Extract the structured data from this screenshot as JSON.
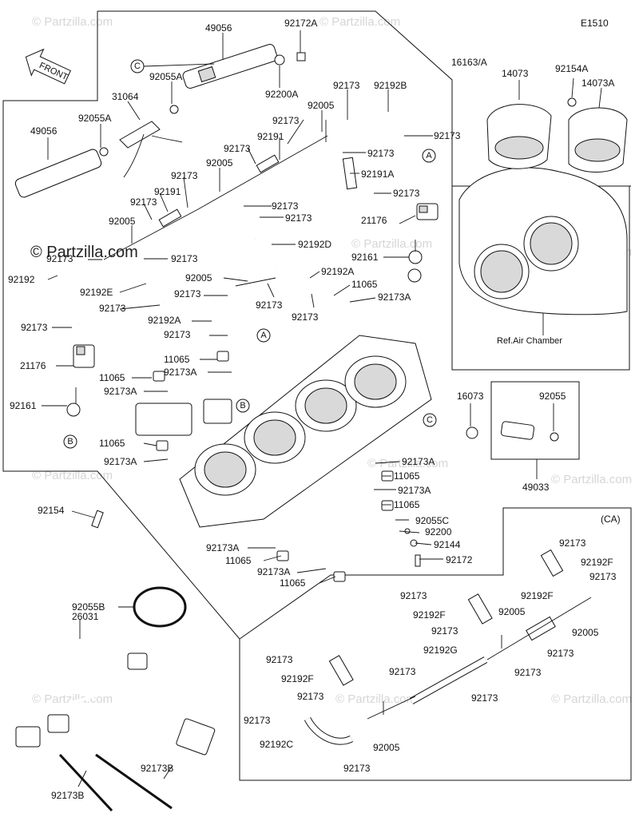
{
  "diagram_code": "E1510",
  "front_label": "FRONT",
  "watermark": "© Partzilla.com",
  "ref_text": "Ref.Air Chamber",
  "ca_label": "(CA)",
  "circle_letters": {
    "a": "A",
    "b": "B",
    "c": "C"
  },
  "labels": {
    "p49056_top": "49056",
    "p92172A": "92172A",
    "p16163A": "16163/A",
    "p92200A": "92200A",
    "p92055A": "92055A",
    "p31064": "31064",
    "p92055A_2": "92055A",
    "p49056_left": "49056",
    "p92173_a1": "92173",
    "p92192B": "92192B",
    "p92005_a": "92005",
    "p92173_a2": "92173",
    "p92191_a": "92191",
    "p92173_a3": "92173",
    "p92173_a4": "92173",
    "p92005_b": "92005",
    "p92191A": "92191A",
    "p92173_a5": "92173",
    "p92173_b1": "92173",
    "p92191_b": "92191",
    "p92173_b2": "92173",
    "p92173_b3": "92173",
    "p92173_b4": "92173",
    "p92005_c": "92005",
    "p92173_b5": "92173",
    "p92192D": "92192D",
    "p21176_r": "21176",
    "p92161_r": "92161",
    "p92173_c1": "92173",
    "p92192_l": "92192",
    "p92005_d": "92005",
    "p92192A": "92192A",
    "p11065_a": "11065",
    "p92192E": "92192E",
    "p92173_c2": "92173",
    "p92173_c3": "92173",
    "p92173_c4": "92173",
    "p92173A_a": "92173A",
    "p92173_c5": "92173",
    "p92192A_2": "92192A",
    "p92173_c6": "92173",
    "p92173_c7": "92173",
    "p11065_b": "11065",
    "p92173A_b": "92173A",
    "p21176_l": "21176",
    "p11065_c": "11065",
    "p92173A_c": "92173A",
    "p92161_l": "92161",
    "p16073": "16073",
    "p92055": "92055",
    "p11065_d": "11065",
    "p92173A_d": "92173A",
    "p92173A_e": "92173A",
    "p11065_e": "11065",
    "p92173A_f": "92173A",
    "p11065_f": "11065",
    "p49033": "49033",
    "p92154": "92154",
    "p92055C": "92055C",
    "p92200": "92200",
    "p92144": "92144",
    "p92172": "92172",
    "p92173A_g": "92173A",
    "p11065_g": "11065",
    "p92173A_h": "92173A",
    "p11065_h": "11065",
    "p92055B": "92055B",
    "p26031": "26031",
    "p92173B_r": "92173B",
    "p92173B_l": "92173B",
    "p14073": "14073",
    "p92154A": "92154A",
    "p14073A": "14073A",
    "ca_92173_1": "92173",
    "ca_92192F_1": "92192F",
    "ca_92173_2": "92173",
    "ca_92173_3": "92173",
    "ca_92192F_2": "92192F",
    "ca_92005_1": "92005",
    "ca_92192F_3": "92192F",
    "ca_92173_4": "92173",
    "ca_92005_2": "92005",
    "ca_92173_5": "92173",
    "ca_92192G": "92192G",
    "ca_92173_6": "92173",
    "ca_92192F_4": "92192F",
    "ca_92173_7": "92173",
    "ca_92173_8": "92173",
    "ca_92173_9": "92173",
    "ca_92173_10": "92173",
    "ca_92192C": "92192C",
    "ca_92005_3": "92005",
    "ca_92173_11": "92173"
  }
}
